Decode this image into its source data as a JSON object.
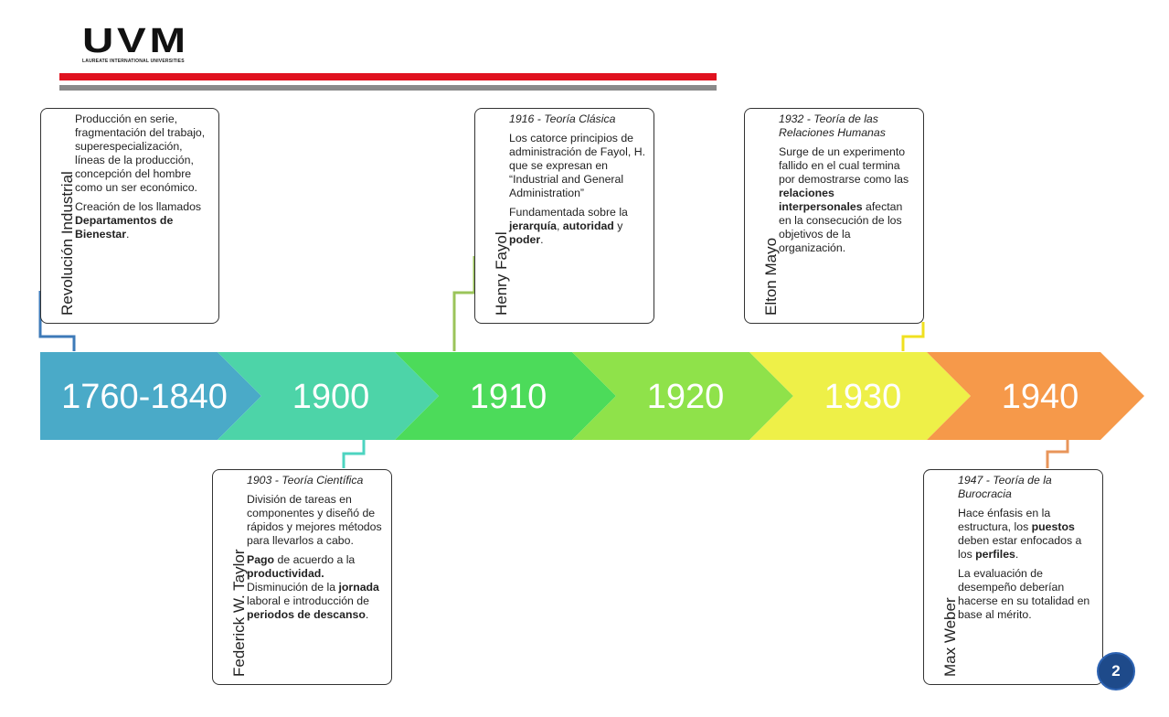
{
  "logo": {
    "text": "UVM",
    "subtitle": "LAUREATE INTERNATIONAL UNIVERSITIES"
  },
  "timeline": [
    {
      "label": "1760-1840",
      "color": "#4aaac8"
    },
    {
      "label": "1900",
      "color": "#4dd4a8"
    },
    {
      "label": "1910",
      "color": "#4cdb5a"
    },
    {
      "label": "1920",
      "color": "#8fe24a"
    },
    {
      "label": "1930",
      "color": "#eef048"
    },
    {
      "label": "1940",
      "color": "#f6994a"
    }
  ],
  "cards": {
    "revolucion": {
      "title": "Revolución Industrial",
      "p1": "Producción en serie, fragmentación del trabajo, superespecialización, líneas de la producción, concepción del hombre como un ser económico.",
      "p2_a": "Creación de los llamados ",
      "p2_b": "Departamentos de Bienestar",
      "p2_c": "."
    },
    "taylor": {
      "title": "Federick W. Taylor",
      "heading": "1903 - Teoría Científica",
      "p1": "División de tareas en componentes y diseñó de rápidos y mejores métodos para llevarlos a cabo.",
      "p2_b1": "Pago",
      "p2_a1": " de acuerdo a la ",
      "p2_b2": "productividad.",
      "p2_a2": " Disminución de la ",
      "p2_b3": "jornada",
      "p2_a3": " laboral e introducción de ",
      "p2_b4": "periodos de descanso",
      "p2_a4": "."
    },
    "fayol": {
      "title": "Henry Fayol",
      "heading": "1916 - Teoría Clásica",
      "p1": "Los catorce principios de administración de Fayol, H. que se expresan en “Industrial and General Administration”",
      "p2_a1": "Fundamentada sobre la ",
      "p2_b1": "jerarquía",
      "p2_a2": ", ",
      "p2_b2": "autoridad",
      "p2_a3": " y ",
      "p2_b3": "poder",
      "p2_a4": "."
    },
    "mayo": {
      "title": "Elton Mayo",
      "heading": "1932 - Teoría de las Relaciones Humanas",
      "p1_a": "Surge de un experimento fallido en el cual termina por demostrarse como las ",
      "p1_b": "relaciones interpersonales",
      "p1_c": " afectan en la consecución de los objetivos de la organización."
    },
    "weber": {
      "title": "Max Weber",
      "heading": "1947 - Teoría de la Burocracia",
      "p1_a1": "Hace énfasis en la estructura, los ",
      "p1_b1": "puestos",
      "p1_a2": " deben estar enfocados a los ",
      "p1_b2": "perfiles",
      "p1_a3": ".",
      "p2": "La evaluación de desempeño deberían hacerse en su totalidad en base al mérito."
    }
  },
  "connector_colors": {
    "revolucion": "#3d7ab8",
    "taylor": "#4dd4c0",
    "fayol": "#9bc45a",
    "mayo": "#f0e020",
    "weber": "#e8955a"
  },
  "page_number": "2"
}
